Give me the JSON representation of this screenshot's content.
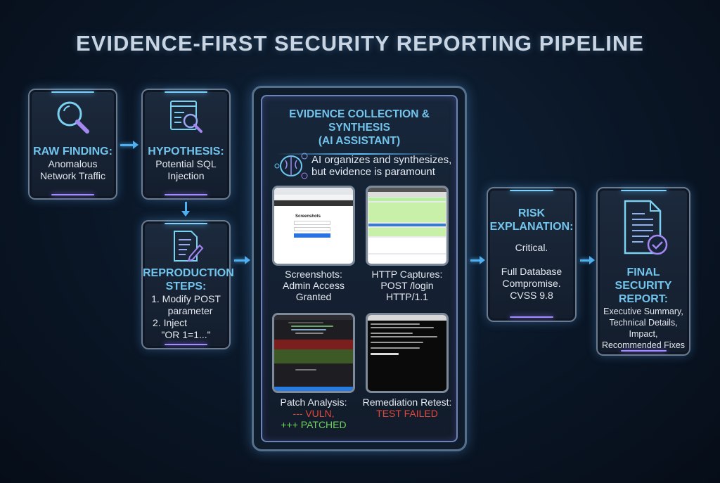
{
  "title": "EVIDENCE-FIRST SECURITY REPORTING PIPELINE",
  "raw_finding": {
    "heading": "RAW FINDING:",
    "body": [
      "Anomalous",
      "Network Traffic"
    ]
  },
  "hypothesis": {
    "heading": "HYPOTHESIS:",
    "body": [
      "Potential SQL",
      "Injection"
    ]
  },
  "reproduction": {
    "heading": [
      "REPRODUCTION",
      "STEPS:"
    ],
    "body": [
      "1. Modify POST",
      "parameter",
      "2. Inject",
      "\"OR 1=1...\""
    ]
  },
  "evidence": {
    "heading": [
      "EVIDENCE COLLECTION & SYNTHESIS",
      "(AI ASSISTANT)"
    ],
    "ai_note": [
      "AI organizes and synthesizes,",
      "but evidence is paramount"
    ],
    "screenshots": {
      "caption": [
        "Screenshots:",
        "Admin Access",
        "Granted"
      ],
      "thumb_title": "Screenshots"
    },
    "http": {
      "caption": [
        "HTTP Captures:",
        "POST /login",
        "HTTP/1.1"
      ]
    },
    "patch": {
      "caption": "Patch Analysis:",
      "vuln": "--- VULN,",
      "patched": "+++ PATCHED"
    },
    "retest": {
      "caption": "Remediation Retest:",
      "result": "TEST FAILED"
    }
  },
  "risk": {
    "heading": [
      "RISK",
      "EXPLANATION:"
    ],
    "body": [
      "Critical.",
      "Full Database",
      "Compromise.",
      "CVSS 9.8"
    ]
  },
  "final": {
    "heading": [
      "FINAL SECURITY",
      "REPORT:"
    ],
    "body": [
      "Executive Summary,",
      "Technical Details,",
      "Impact,",
      "Recommended Fixes"
    ]
  },
  "colors": {
    "heading": "#72c4ec",
    "accent": "#4fb0f0",
    "red": "#e2463c",
    "green": "#6ed35c"
  }
}
